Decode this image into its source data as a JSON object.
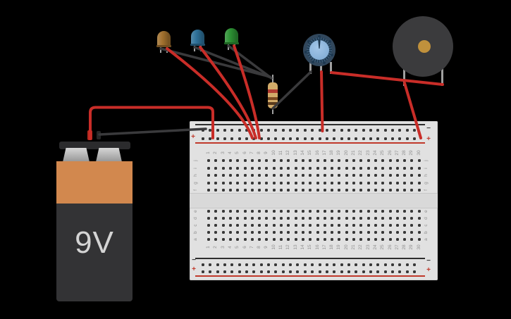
{
  "battery": {
    "label": "9V"
  },
  "breadboard": {
    "column_numbers": [
      "1",
      "2",
      "3",
      "4",
      "5",
      "6",
      "7",
      "8",
      "9",
      "10",
      "11",
      "12",
      "13",
      "14",
      "15",
      "16",
      "17",
      "18",
      "19",
      "20",
      "21",
      "22",
      "23",
      "24",
      "25",
      "26",
      "27",
      "28",
      "29",
      "30"
    ],
    "row_letters_top": [
      "j",
      "i",
      "h",
      "g",
      "f"
    ],
    "row_letters_bottom": [
      "e",
      "d",
      "c",
      "b",
      "a"
    ],
    "plus_symbol": "+",
    "minus_symbol": "−"
  },
  "colors": {
    "background": "#000000",
    "wire_red": "#c92d28",
    "wire_black": "#3a3a3c",
    "lead_gray": "#a0a0a0",
    "breadboard_body": "#e1e1e1",
    "rail_line_red": "#c0392b",
    "rail_line_black": "#2e2e2e",
    "label_gray": "#8f8f8f",
    "battery_body": "#333335",
    "battery_band": "#d2884e",
    "battery_text": "#d4d4d4",
    "led_amber": "#a1702e",
    "led_blue": "#2e7199",
    "led_green": "#2c9133",
    "resistor_body": "#d2ab69",
    "resistor_band_1": "#b03a30",
    "resistor_band_2": "#7a4a21",
    "resistor_band_3": "#5a3a1c",
    "pot_body": "#31475c",
    "pot_knob": "#87b1d8",
    "pot_detail": "#1d3850",
    "buzzer_body": "#3b3b3d",
    "buzzer_center": "#c0913c"
  }
}
